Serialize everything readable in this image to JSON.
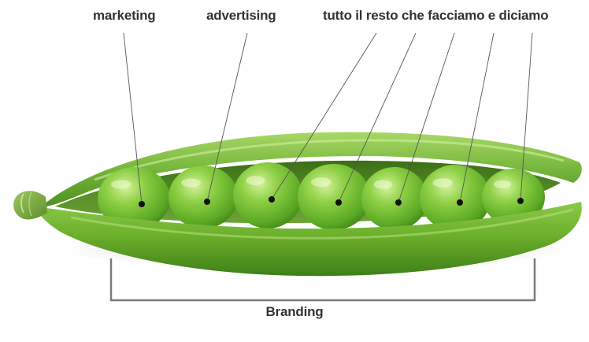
{
  "labels": {
    "marketing": "marketing",
    "advertising": "advertising",
    "rest": "tutto il resto che facciamo e diciamo",
    "branding": "Branding"
  },
  "colors": {
    "pod_dark": "#4f9a1e",
    "pod_light": "#9ed05a",
    "pea": "#6fc02d",
    "pea_highlight": "#c7ec8a",
    "text": "#333333",
    "bracket": "#7a7a7a",
    "leader": "#555555"
  },
  "pea_count": 7
}
